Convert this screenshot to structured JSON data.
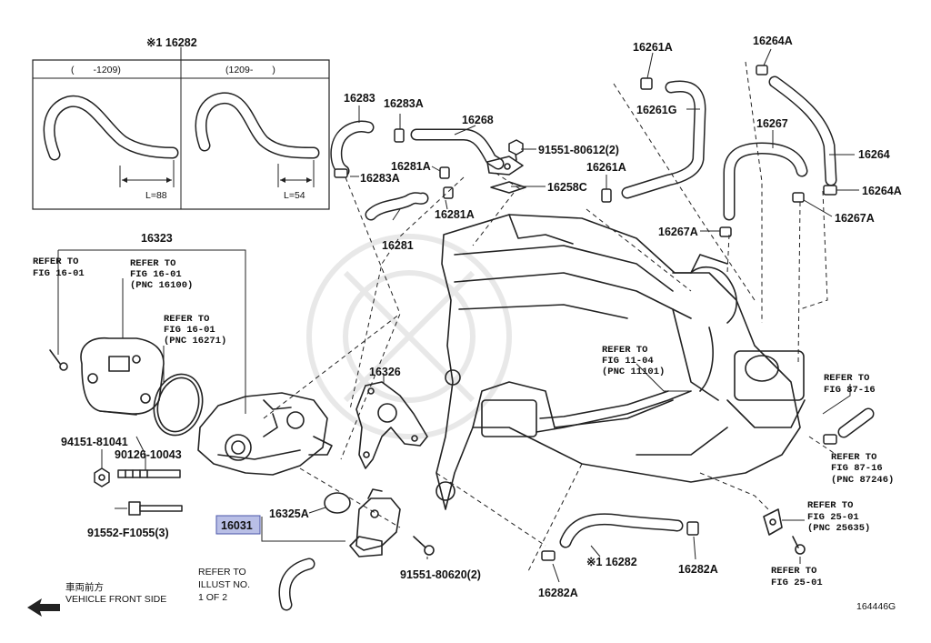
{
  "diagram": {
    "figure_code": "164446G",
    "inset": {
      "title": "※1 16282",
      "left_range": "(　　-1209)",
      "right_range": "(1209-　　)",
      "left_length": "L=88",
      "right_length": "L=54"
    },
    "labels": {
      "p16283": "16283",
      "p16283A_top": "16283A",
      "p16283A_bot": "16283A",
      "p16268": "16268",
      "p91551_80612": "91551-80612(2)",
      "p16281A_top": "16281A",
      "p16281A_bot": "16281A",
      "p16258C": "16258C",
      "p16281": "16281",
      "p16261A_top": "16261A",
      "p16261G": "16261G",
      "p16261A_mid": "16261A",
      "p16264A_top": "16264A",
      "p16267": "16267",
      "p16264": "16264",
      "p16264A_right": "16264A",
      "p16267A_right": "16267A",
      "p16267A_mid": "16267A",
      "p16323": "16323",
      "p16326": "16326",
      "p94151_81041": "94151-81041",
      "p90126_10043": "90126-10043",
      "p91552_F1055": "91552-F1055(3)",
      "p16325A": "16325A",
      "p16031": "16031",
      "p91551_80620": "91551-80620(2)",
      "p16282_main": "※1 16282",
      "p16282A_right": "16282A",
      "p16282A_bot": "16282A"
    },
    "refs": {
      "ref1_l1": "REFER TO",
      "ref1_l2": "FIG 16-01",
      "ref2_l1": "REFER TO",
      "ref2_l2": "FIG 16-01",
      "ref2_l3": "(PNC 16100)",
      "ref3_l1": "REFER TO",
      "ref3_l2": "FIG 16-01",
      "ref3_l3": "(PNC 16271)",
      "ref4_l1": "REFER TO",
      "ref4_l2": "FIG 11-04",
      "ref4_l3": "(PNC 11101)",
      "ref5_l1": "REFER TO",
      "ref5_l2": "FIG 87-16",
      "ref6_l1": "REFER TO",
      "ref6_l2": "FIG 87-16",
      "ref6_l3": "(PNC 87246)",
      "ref7_l1": "REFER TO",
      "ref7_l2": "FIG 25-01",
      "ref7_l3": "(PNC 25635)",
      "ref8_l1": "REFER TO",
      "ref8_l2": "FIG 25-01",
      "ref9_l1": "REFER TO",
      "ref9_l2": "ILLUST NO.",
      "ref9_l3": "1 OF 2"
    },
    "front": {
      "jp": "車両前方",
      "en": "VEHICLE FRONT SIDE"
    },
    "highlight_color": "#b9bfe6"
  }
}
